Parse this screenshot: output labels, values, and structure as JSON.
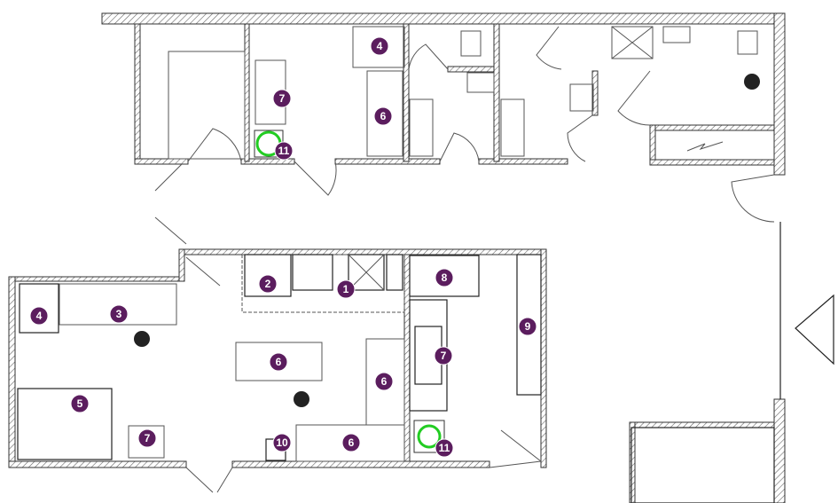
{
  "plan": {
    "badges": [
      "4",
      "7",
      "6",
      "11",
      "2",
      "1",
      "8",
      "9",
      "4",
      "3",
      "6",
      "7",
      "6",
      "5",
      "7",
      "10",
      "6",
      "11"
    ]
  },
  "colors": {
    "badge": "#5b1d5e",
    "wall_hatch": "#666666",
    "bin_ring": "#22cc22"
  }
}
